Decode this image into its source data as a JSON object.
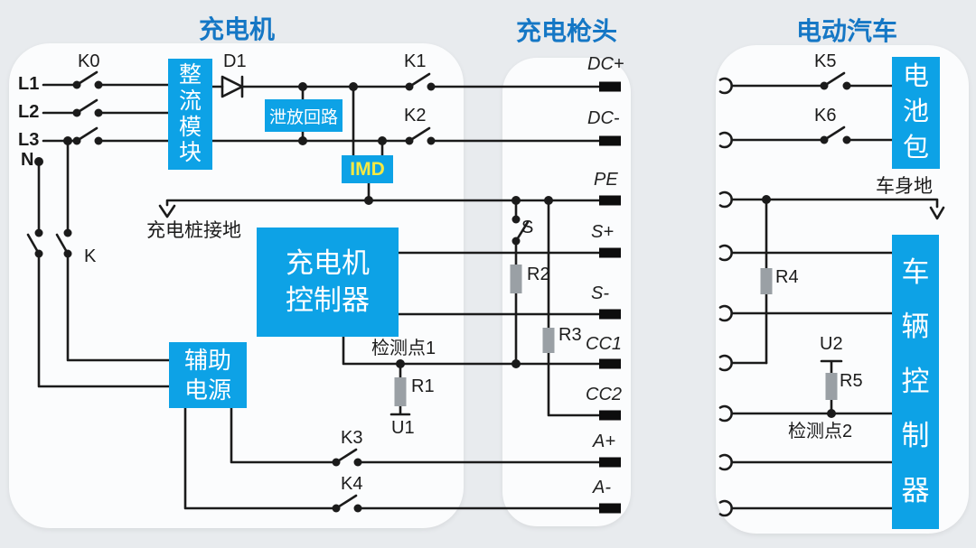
{
  "titles": {
    "charger": "充电机",
    "gun": "充电枪头",
    "vehicle": "电动汽车"
  },
  "boxes": {
    "rectifier": "整\n流\n模\n块",
    "discharge": "泄放回路",
    "imd": "IMD",
    "charger_controller": "充电机\n控制器",
    "aux_power": "辅助\n电源",
    "battery": "电\n池\n包",
    "vehicle_controller": "车\n辆\n控\n制\n器"
  },
  "labels": {
    "l1": "L1",
    "l2": "L2",
    "l3": "L3",
    "n": "N",
    "k0": "K0",
    "k": "K",
    "d1": "D1",
    "k1": "K1",
    "k2": "K2",
    "k3": "K3",
    "k4": "K4",
    "k5": "K5",
    "k6": "K6",
    "s": "S",
    "r1": "R1",
    "r2": "R2",
    "r3": "R3",
    "r4": "R4",
    "r5": "R5",
    "u1": "U1",
    "u2": "U2",
    "pile_ground": "充电桩接地",
    "body_ground": "车身地",
    "det1": "检测点1",
    "det2": "检测点2"
  },
  "terminals": {
    "dcp": "DC+",
    "dcm": "DC-",
    "pe": "PE",
    "sp": "S+",
    "sm": "S-",
    "cc1": "CC1",
    "cc2": "CC2",
    "ap": "A+",
    "am": "A-"
  },
  "colors": {
    "accent_blue": "#0da2e6",
    "title_blue": "#1577c5",
    "imd_text_yellow": "#f6e942",
    "wire_black": "#1b1b1b",
    "resistor_gray": "#9aa0a5",
    "background_gray": "#e8ebee",
    "panel_white": "#fbfcfd"
  }
}
